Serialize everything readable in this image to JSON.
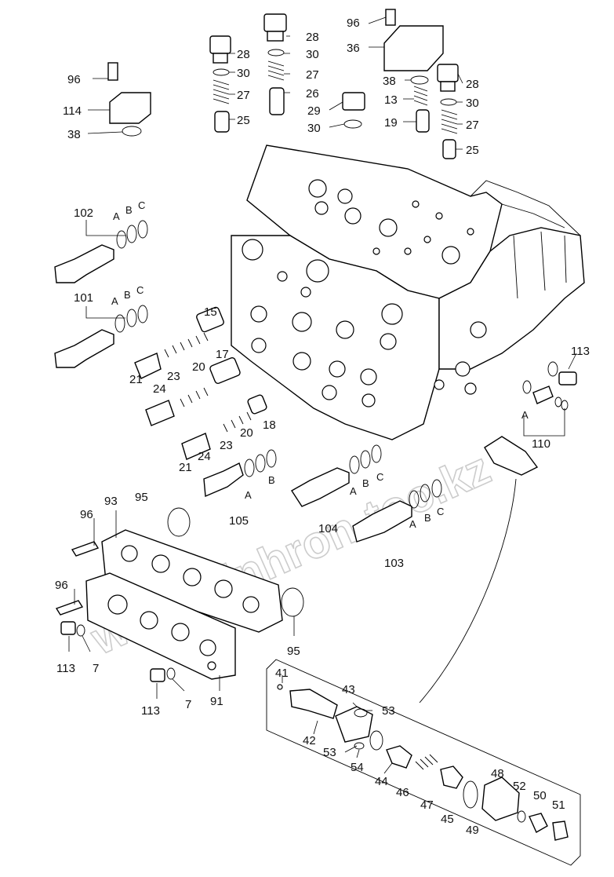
{
  "diagram": {
    "watermark": "www.sinhron-too.kz",
    "callouts": {
      "c96a": "96",
      "c114": "114",
      "c38a": "38",
      "c28a": "28",
      "c30a": "30",
      "c27a": "27",
      "c25a": "25",
      "c28b": "28",
      "c30b": "30",
      "c27b": "27",
      "c26": "26",
      "c29": "29",
      "c30c": "30",
      "c96b": "96",
      "c36": "36",
      "c38b": "38",
      "c13": "13",
      "c19": "19",
      "c28c": "28",
      "c30d": "30",
      "c27c": "27",
      "c25b": "25",
      "c102": "102",
      "c102A": "A",
      "c102B": "B",
      "c102C": "C",
      "c101": "101",
      "c101A": "A",
      "c101B": "B",
      "c101C": "C",
      "c15": "15",
      "c20a": "20",
      "c23a": "23",
      "c24a": "24",
      "c21a": "21",
      "c17": "17",
      "c18": "18",
      "c20b": "20",
      "c23b": "23",
      "c24b": "24",
      "c21b": "21",
      "c105A": "A",
      "c105B": "B",
      "c105": "105",
      "c104A": "A",
      "c104B": "B",
      "c104C": "C",
      "c104": "104",
      "c103A": "A",
      "c103B": "B",
      "c103C": "C",
      "c103": "103",
      "c113a": "113",
      "c110A": "A",
      "c110": "110",
      "c93": "93",
      "c95a": "95",
      "c96c": "96",
      "c96d": "96",
      "c113b": "113",
      "c7a": "7",
      "c113c": "113",
      "c7b": "7",
      "c91": "91",
      "c95b": "95",
      "c41": "41",
      "c43": "43",
      "c53a": "53",
      "c42": "42",
      "c53b": "53",
      "c54": "54",
      "c44": "44",
      "c46": "46",
      "c47": "47",
      "c45": "45",
      "c49": "49",
      "c48": "48",
      "c52": "52",
      "c50": "50",
      "c51": "51"
    }
  }
}
